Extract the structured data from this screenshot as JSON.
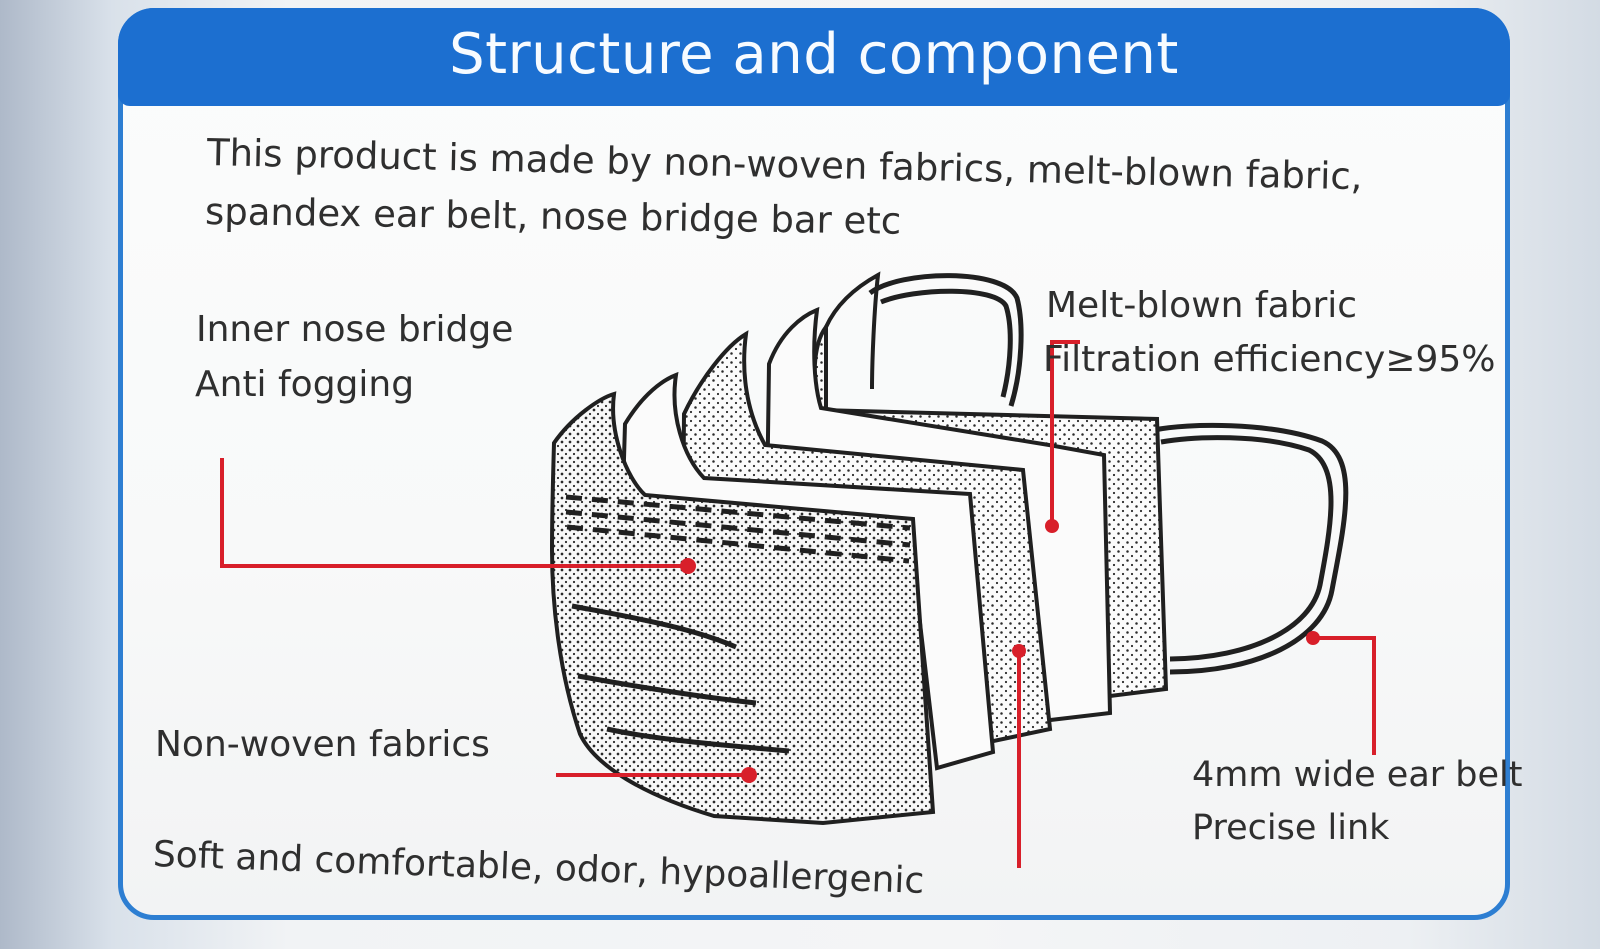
{
  "title": "Structure and component",
  "description": {
    "line1": "This product is made by non-woven fabrics, melt-blown fabric,",
    "line2": "spandex ear belt, nose bridge bar etc"
  },
  "labels": {
    "nose_bridge": {
      "line1": "Inner nose bridge",
      "line2": "Anti fogging"
    },
    "melt_blown": {
      "line1": "Melt-blown fabric",
      "line2": "Filtration efficiency≥95%"
    },
    "non_woven": "Non-woven fabrics",
    "soft_comfortable": "Soft and comfortable, odor, hypoallergenic",
    "ear_belt": {
      "line1": "4mm wide ear belt",
      "line2": "Precise link"
    }
  },
  "colors": {
    "banner": "#1c6fd0",
    "border": "#2d7ed2",
    "text": "#2f2f2f",
    "leader": "#d81f2a"
  }
}
